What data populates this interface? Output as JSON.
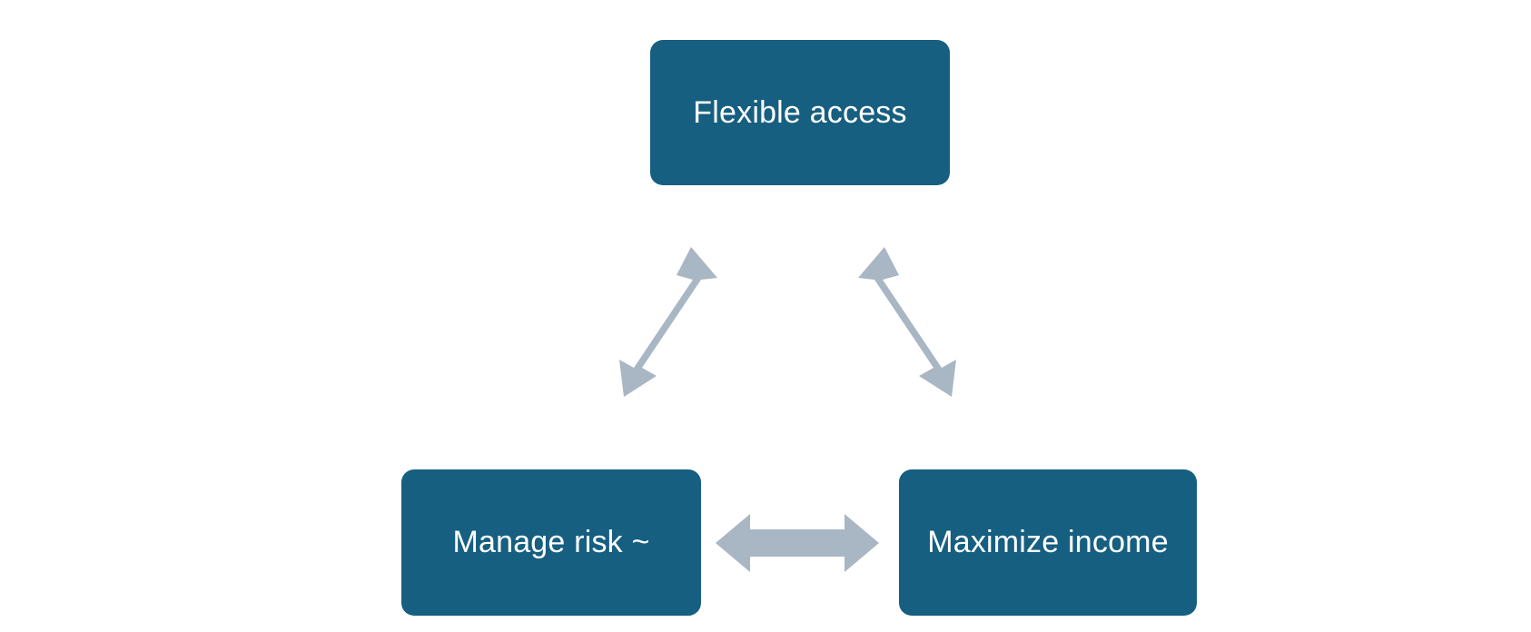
{
  "diagram": {
    "title": "",
    "background_color": "#ffffff",
    "node_fill_color": "#165F80",
    "node_text_color": "#ffffff",
    "arrow_color": "#A9B6C3",
    "nodes": [
      {
        "id": "flexible-access",
        "label": "Flexible access",
        "position": "top"
      },
      {
        "id": "manage-risk",
        "label": "Manage risk ~",
        "position": "bottom-left"
      },
      {
        "id": "maximize-income",
        "label": "Maximize income",
        "position": "bottom-right"
      }
    ],
    "connectors": [
      {
        "id": "left-connector",
        "from": "manage-risk",
        "to": "flexible-access",
        "style": "double-headed",
        "orientation": "diagonal-up-right"
      },
      {
        "id": "right-connector",
        "from": "flexible-access",
        "to": "maximize-income",
        "style": "double-headed",
        "orientation": "diagonal-down-right"
      },
      {
        "id": "bottom-connector",
        "from": "manage-risk",
        "to": "maximize-income",
        "style": "double-headed",
        "orientation": "horizontal"
      }
    ]
  }
}
